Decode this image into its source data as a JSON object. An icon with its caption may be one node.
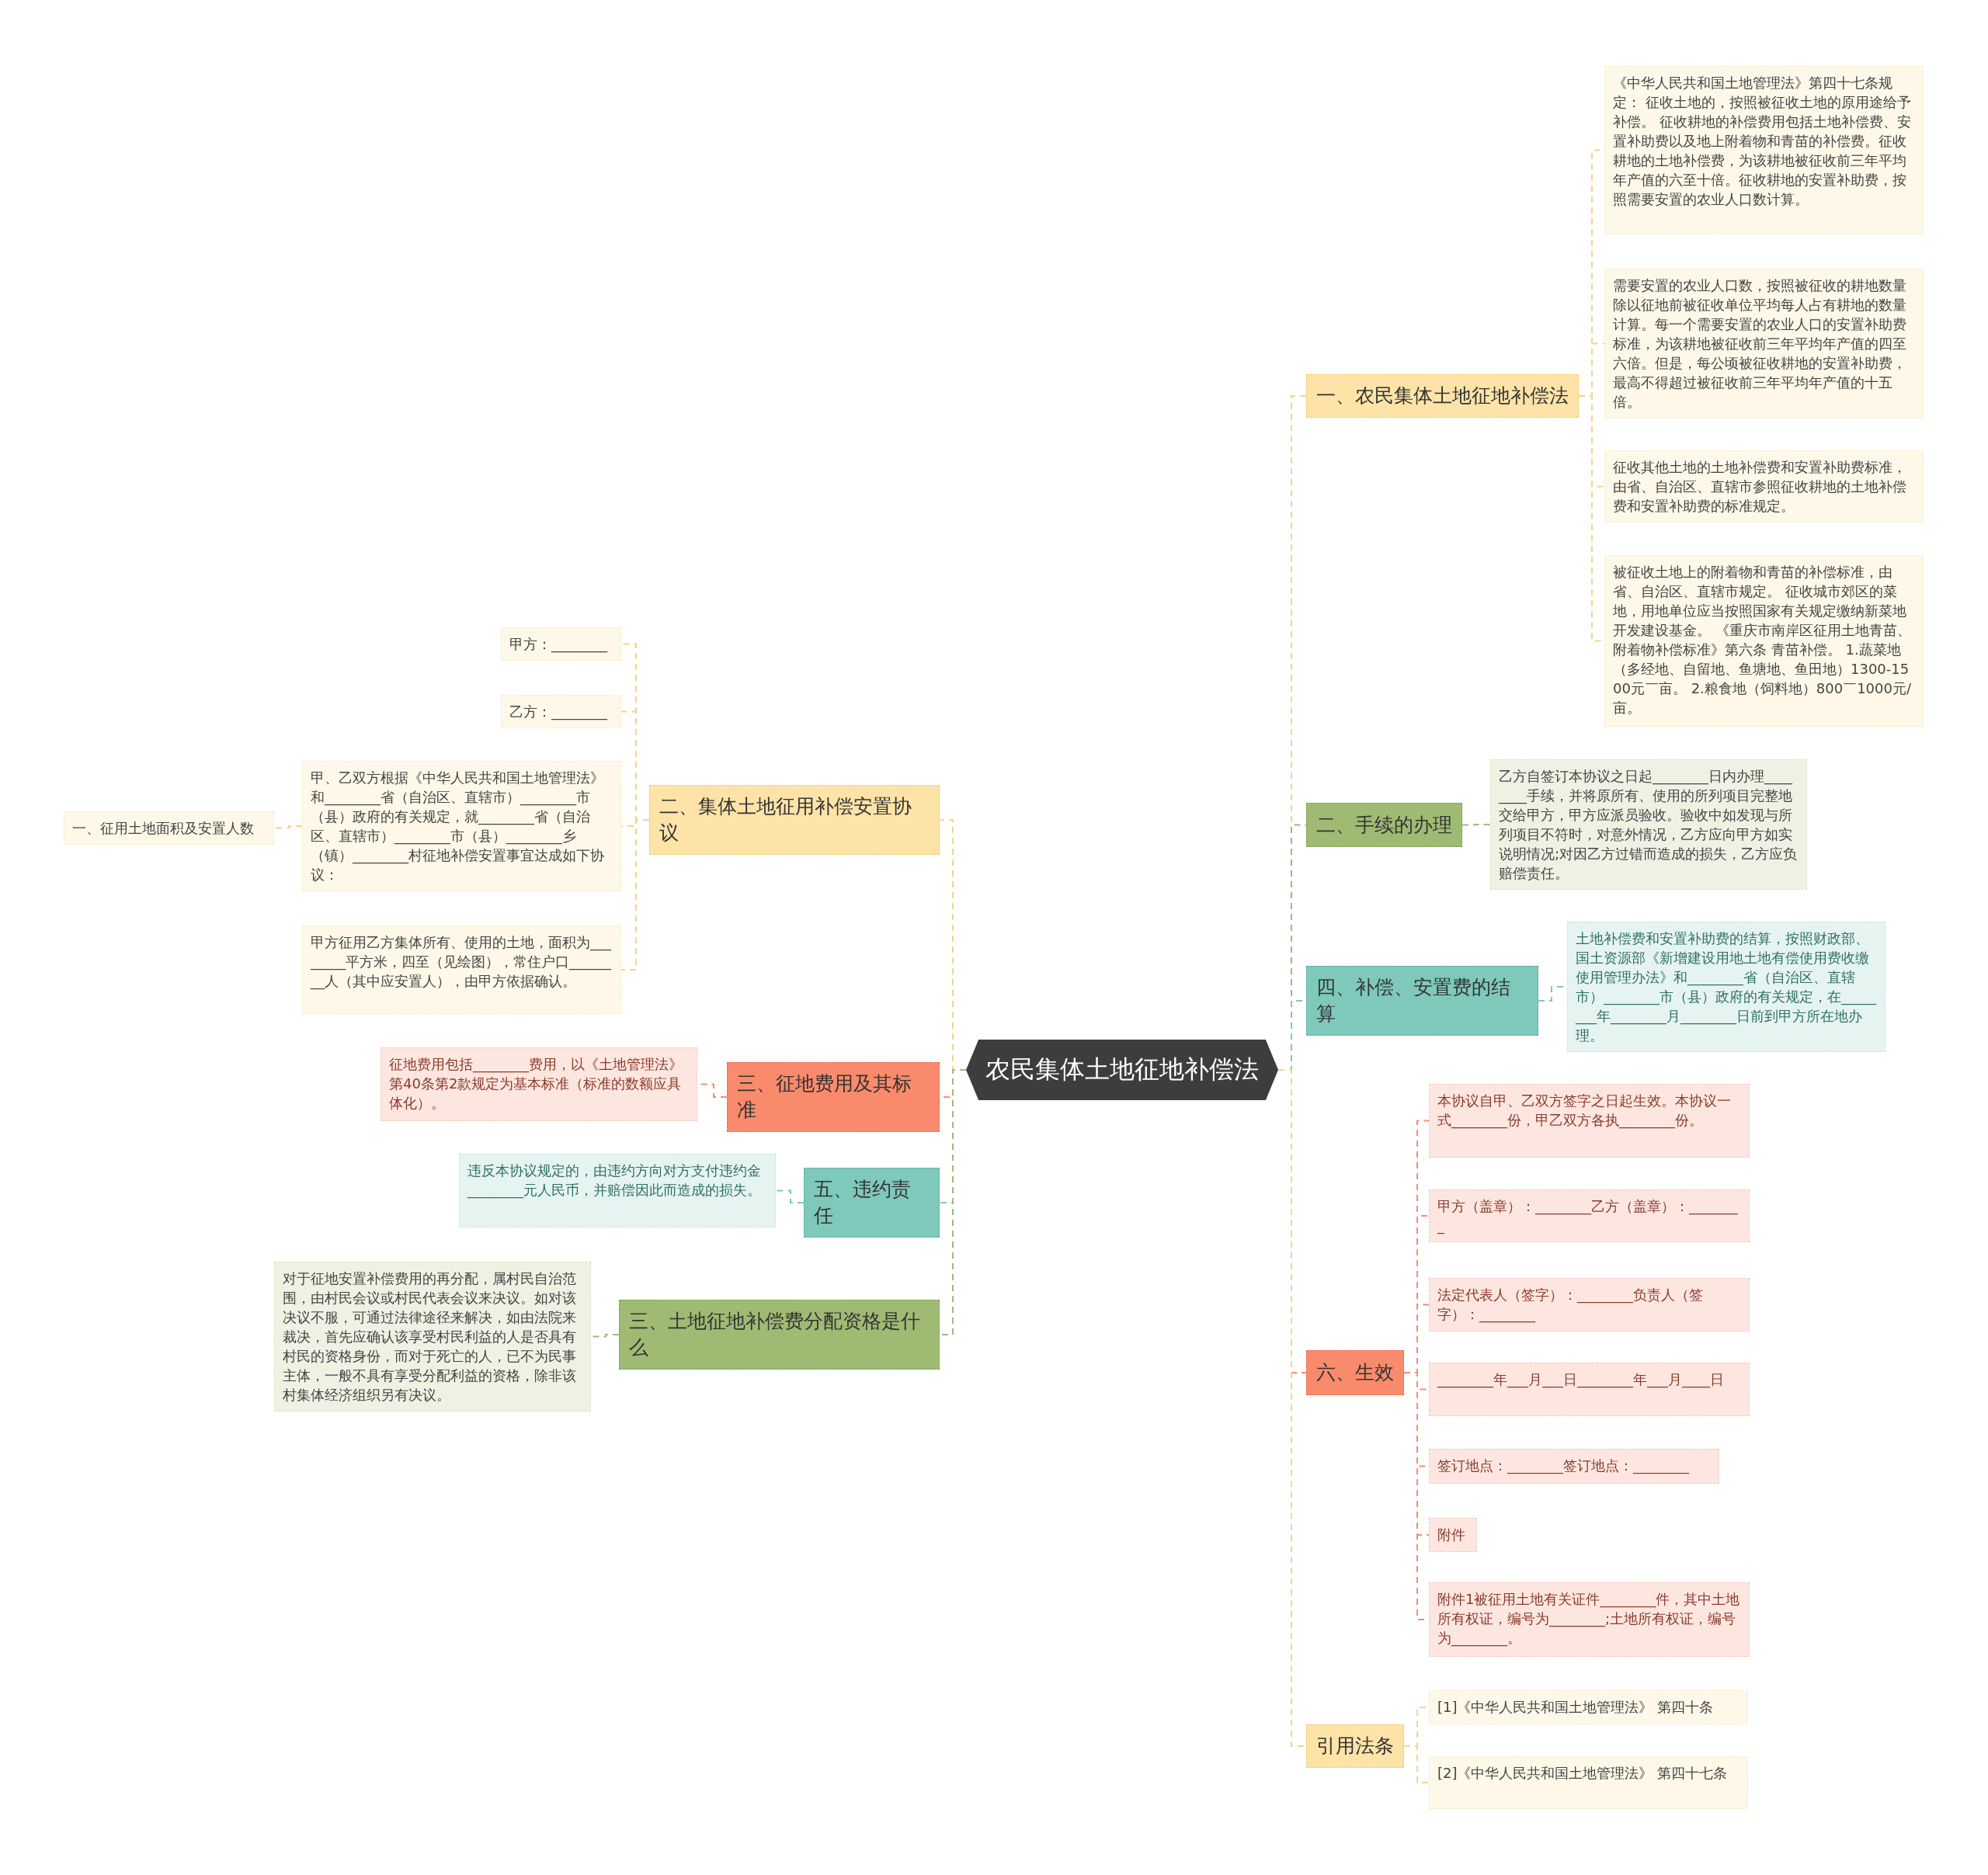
{
  "diagram": {
    "nodes": [
      {
        "text": [
          "农民集体土地征地补偿法"
        ]
      },
      {
        "text": [
          "一、农民集体土地征地补偿法"
        ]
      },
      {
        "text": [
          "《中华人民共和国土地管理法》第四十七条规定： 征收土地的，按照被征收土地的原用途给予补偿。 征收耕地的补偿费用包括土地补偿费、安置补助费以及地上附着物和青苗的补偿费。征收耕地的土地补偿费，为该耕地被征收前三年平均年产值的六至十倍。征收耕地的安置补助费，按照需要安置的农业人口数计算。"
        ]
      },
      {
        "text": [
          "需要安置的农业人口数，按照被征收的耕地数量除以征地前被征收单位平均每人占有耕地的数量计算。每一个需要安置的农业人口的安置补助费标准，为该耕地被征收前三年平均年产值的四至六倍。但是，每公顷被征收耕地的安置补助费，最高不得超过被征收前三年平均年产值的十五倍。"
        ]
      },
      {
        "text": [
          "征收其他土地的土地补偿费和安置补助费标准，由省、自治区、直辖市参照征收耕地的土地补偿费和安置补助费的标准规定。"
        ]
      },
      {
        "text": [
          "被征收土地上的附着物和青苗的补偿标准，由省、自治区、直辖市规定。 征收城市郊区的菜地，用地单位应当按照国家有关规定缴纳新菜地开发建设基金。 《重庆市南岸区征用土地青苗、附着物补偿标准》第六条 青苗补偿。 1.蔬菜地（多经地、自留地、鱼塘地、鱼田地）1300-1500元￣亩。 2.粮食地（饲料地）800￣1000元/亩。"
        ]
      },
      {
        "text": [
          "二、手续的办理"
        ]
      },
      {
        "text": [
          "乙方自签订本协议之日起________日内办理________手续，并将原所有、使用的所列项目完整地交给甲方，甲方应派员验收。验收中如发现与所列项目不符时，对意外情况，乙方应向甲方如实说明情况;对因乙方过错而造成的损失，乙方应负赔偿责任。"
        ]
      },
      {
        "text": [
          "四、补偿、安置费的结算"
        ]
      },
      {
        "text": [
          "土地补偿费和安置补助费的结算，按照财政部、国土资源部《新增建设用地土地有偿使用费收缴使用管理办法》和________省（自治区、直辖市）________市（县）政府的有关规定，在________年________月________日前到甲方所在地办理。"
        ]
      },
      {
        "text": [
          "六、生效"
        ]
      },
      {
        "text": [
          "本协议自甲、乙双方签字之日起生效。本协议一式________份，甲乙双方各执________份。"
        ]
      },
      {
        "text": [
          "甲方（盖章）：________乙方（盖章）：________"
        ]
      },
      {
        "text": [
          "法定代表人（签字）：________负责人（签字）：________"
        ]
      },
      {
        "text": [
          "________年___月___日________年___月____日"
        ]
      },
      {
        "text": [
          "签订地点：________签订地点：________"
        ]
      },
      {
        "text": [
          "附件"
        ]
      },
      {
        "text": [
          "附件1被征用土地有关证件________件，其中土地所有权证，编号为________;土地所有权证，编号为________。"
        ]
      },
      {
        "text": [
          "引用法条"
        ]
      },
      {
        "text": [
          "[1]《中华人民共和国土地管理法》 第四十条"
        ]
      },
      {
        "text": [
          "[2]《中华人民共和国土地管理法》 第四十七条"
        ]
      },
      {
        "text": [
          "二、集体土地征用补偿安置协议"
        ]
      },
      {
        "text": [
          "甲方：________"
        ]
      },
      {
        "text": [
          "乙方：________"
        ]
      },
      {
        "text": [
          "甲、乙双方根据《中华人民共和国土地管理法》和________省（自治区、直辖市）________市（县）政府的有关规定，就________省（自治区、直辖市）________市（县）________乡（镇）________村征地补偿安置事宜达成如下协议："
        ]
      },
      {
        "text": [
          "一、征用土地面积及安置人数"
        ]
      },
      {
        "text": [
          "甲方征用乙方集体所有、使用的土地，面积为________平方米，四至（见绘图），常住户口________人（其中应安置人），由甲方依据确认。"
        ]
      },
      {
        "text": [
          "三、征地费用及其标准"
        ]
      },
      {
        "text": [
          "征地费用包括________费用，以《土地管理法》第40条第2款规定为基本标准（标准的数额应具体化）。"
        ]
      },
      {
        "text": [
          "五、违约责任"
        ]
      },
      {
        "text": [
          "违反本协议规定的，由违约方向对方支付违约金________元人民币，并赔偿因此而造成的损失。"
        ]
      },
      {
        "text": [
          "三、土地征地补偿费分配资格是什么"
        ]
      },
      {
        "text": [
          "对于征地安置补偿费用的再分配，属村民自治范围，由村民会议或村民代表会议来决议。如对该决议不服，可通过法律途径来解决，如由法院来裁决，首先应确认该享受村民利益的人是否具有村民的资格身份，而对于死亡的人，已不为民事主体，一般不具有享受分配利益的资格，除非该村集体经济组织另有决议。"
        ]
      }
    ],
    "edges": [
      {
        "from": 0,
        "to": 1,
        "arrow": "none",
        "style": "dashed"
      },
      {
        "from": 1,
        "to": 2,
        "arrow": "none",
        "style": "dashed"
      },
      {
        "from": 1,
        "to": 3,
        "arrow": "none",
        "style": "dashed"
      },
      {
        "from": 1,
        "to": 4,
        "arrow": "none",
        "style": "dashed"
      },
      {
        "from": 1,
        "to": 5,
        "arrow": "none",
        "style": "dashed"
      },
      {
        "from": 0,
        "to": 6,
        "arrow": "none",
        "style": "dashed",
        "color": "#9fbb73"
      },
      {
        "from": 6,
        "to": 7,
        "arrow": "none",
        "style": "dashed",
        "color": "#9fbb73"
      },
      {
        "from": 0,
        "to": 8,
        "arrow": "none",
        "style": "dashed",
        "color": "#7ec8bc"
      },
      {
        "from": 8,
        "to": 9,
        "arrow": "none",
        "style": "dashed",
        "color": "#7ec8bc"
      },
      {
        "from": 0,
        "to": 10,
        "arrow": "none",
        "style": "dashed",
        "color": "#f98b6c"
      },
      {
        "from": 10,
        "to": 11,
        "arrow": "none",
        "style": "dashed",
        "color": "#f98b6c"
      },
      {
        "from": 10,
        "to": 12,
        "arrow": "none",
        "style": "dashed",
        "color": "#f98b6c"
      },
      {
        "from": 10,
        "to": 13,
        "arrow": "none",
        "style": "dashed",
        "color": "#f98b6c"
      },
      {
        "from": 10,
        "to": 14,
        "arrow": "none",
        "style": "dashed",
        "color": "#f98b6c"
      },
      {
        "from": 10,
        "to": 15,
        "arrow": "none",
        "style": "dashed",
        "color": "#f98b6c"
      },
      {
        "from": 10,
        "to": 16,
        "arrow": "none",
        "style": "dashed",
        "color": "#f98b6c"
      },
      {
        "from": 10,
        "to": 17,
        "arrow": "none",
        "style": "dashed",
        "color": "#f98b6c"
      },
      {
        "from": 0,
        "to": 18,
        "arrow": "none",
        "style": "dashed"
      },
      {
        "from": 18,
        "to": 19,
        "arrow": "none",
        "style": "dashed"
      },
      {
        "from": 18,
        "to": 20,
        "arrow": "none",
        "style": "dashed"
      },
      {
        "from": 0,
        "to": 21,
        "arrow": "none",
        "style": "dashed"
      },
      {
        "from": 21,
        "to": 22,
        "arrow": "none",
        "style": "dashed"
      },
      {
        "from": 21,
        "to": 23,
        "arrow": "none",
        "style": "dashed"
      },
      {
        "from": 21,
        "to": 24,
        "arrow": "none",
        "style": "dashed"
      },
      {
        "from": 24,
        "to": 25,
        "arrow": "none",
        "style": "dashed"
      },
      {
        "from": 21,
        "to": 26,
        "arrow": "none",
        "style": "dashed"
      },
      {
        "from": 0,
        "to": 27,
        "arrow": "none",
        "style": "dashed",
        "color": "#f98b6c"
      },
      {
        "from": 27,
        "to": 28,
        "arrow": "none",
        "style": "dashed",
        "color": "#f98b6c"
      },
      {
        "from": 0,
        "to": 29,
        "arrow": "none",
        "style": "dashed",
        "color": "#7ec8bc"
      },
      {
        "from": 29,
        "to": 30,
        "arrow": "none",
        "style": "dashed",
        "color": "#7ec8bc"
      },
      {
        "from": 0,
        "to": 31,
        "arrow": "none",
        "style": "dashed",
        "color": "#9fbb73"
      },
      {
        "from": 31,
        "to": 32,
        "arrow": "none",
        "style": "dashed",
        "color": "#9fbb73"
      }
    ]
  }
}
